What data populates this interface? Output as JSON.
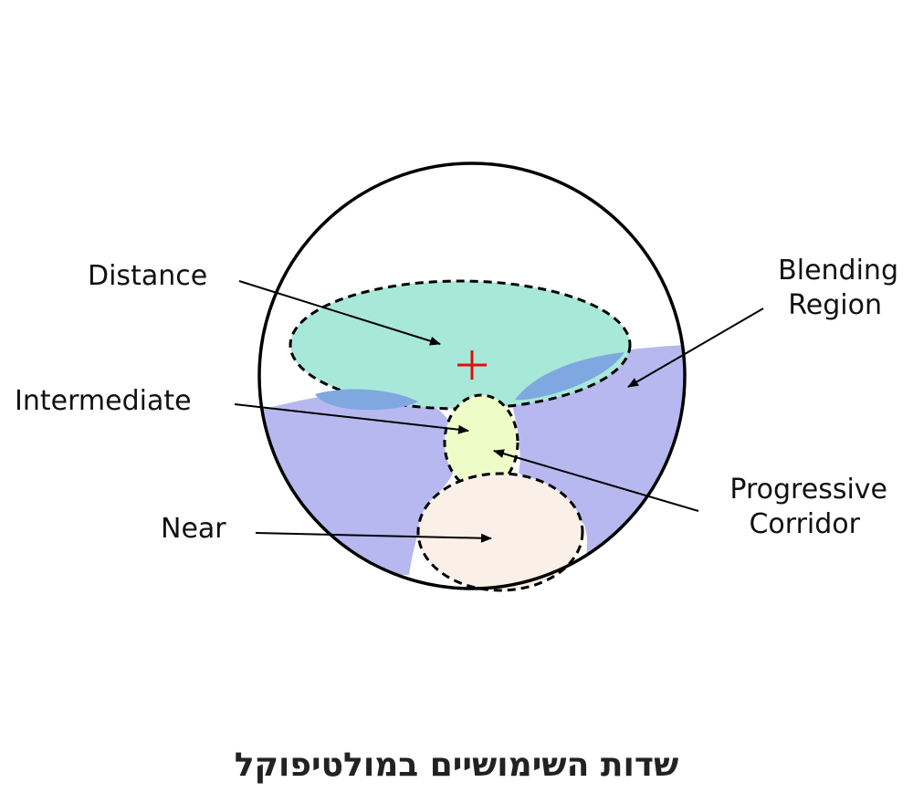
{
  "labels": {
    "distance": "Distance",
    "blending_line1": "Blending",
    "blending_line2": "Region",
    "intermediate": "Intermediate",
    "progressive_line1": "Progressive",
    "progressive_line2": "Corridor",
    "near": "Near"
  },
  "caption": "שדות השימושיים במולטיפוקל",
  "colors": {
    "distance_zone": "#a8e8d8",
    "blending_region": "#b8b8f0",
    "overlap": "#7fa8e0",
    "intermediate_zone": "#eefcc8",
    "near_zone": "#fbf0e8",
    "center_mark": "#e01010",
    "outline": "#000000"
  },
  "icons": {
    "center_mark": "red-plus-fitting-cross"
  }
}
